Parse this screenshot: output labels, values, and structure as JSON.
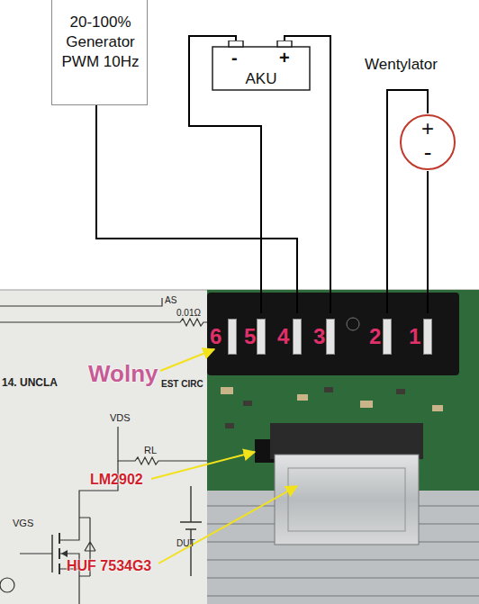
{
  "diagram": {
    "nodes": [
      {
        "text": [
          "20-100% Generator PWM 10Hz"
        ]
      },
      {
        "text": [
          "-",
          "+",
          "AKU"
        ]
      },
      {
        "text": [
          "Wentylator",
          "+",
          "-"
        ]
      },
      {
        "text": [
          "6"
        ]
      },
      {
        "text": [
          "5"
        ]
      },
      {
        "text": [
          "4"
        ]
      },
      {
        "text": [
          "3"
        ]
      },
      {
        "text": [
          "2"
        ]
      },
      {
        "text": [
          "1"
        ]
      }
    ],
    "edges": [
      {
        "from": 0,
        "to": 5,
        "arrow": "none"
      },
      {
        "from": 1,
        "to": 4,
        "arrow": "none"
      },
      {
        "from": 1,
        "to": 6,
        "arrow": "none"
      },
      {
        "from": 2,
        "to": 7,
        "arrow": "none"
      },
      {
        "from": 2,
        "to": 8,
        "arrow": "none"
      }
    ],
    "labels": [
      "AS",
      "0.01Ω",
      "14. UNCLA",
      "Wolny",
      "EST CIRC",
      "VDS",
      "RL",
      "LM2902",
      "VGS",
      "HUF 7534G3",
      "DUT"
    ]
  }
}
